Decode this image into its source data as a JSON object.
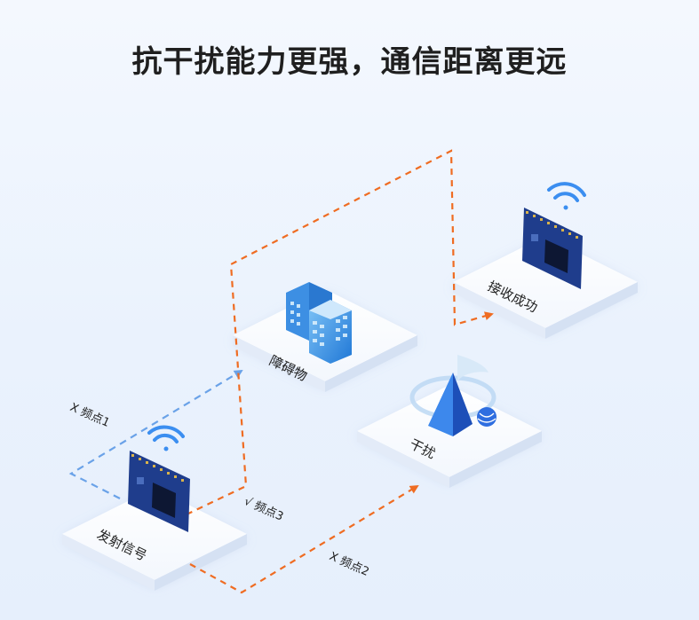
{
  "title": "抗干扰能力更强，通信距离更远",
  "nodes": {
    "transmitter": "发射信号",
    "obstacle": "障碍物",
    "interference": "干扰",
    "receiver": "接收成功"
  },
  "paths": {
    "freq1": "X 频点1",
    "freq2": "X 频点2",
    "freq3": "√ 频点3"
  },
  "colors": {
    "orange": "#ef6c22",
    "blue": "#6aa2e8"
  }
}
